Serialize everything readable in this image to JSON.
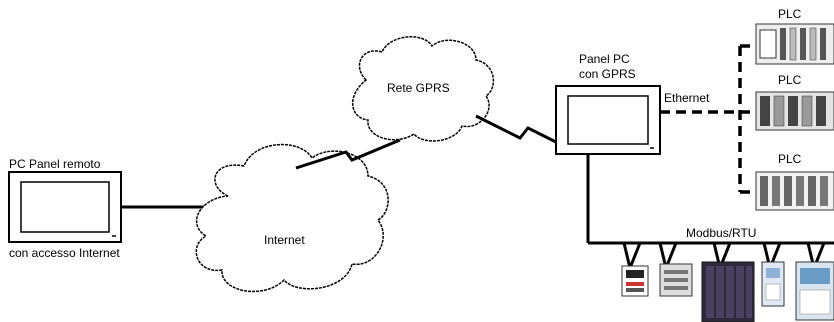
{
  "labels": {
    "remote_panel_top": "PC Panel remoto",
    "remote_panel_bottom": "con accesso Internet",
    "internet": "Internet",
    "gprs_network": "Rete GPRS",
    "panel_pc_line1": "Panel PC",
    "panel_pc_line2": "con GPRS",
    "ethernet": "Ethernet",
    "plc_1": "PLC",
    "plc_2": "PLC",
    "plc_3": "PLC",
    "modbus": "Modbus/RTU"
  },
  "colors": {
    "line": "#000000",
    "device_dark": "#3a3050",
    "device_light": "#e6e6e6",
    "drive_blue": "#8fb0d8"
  }
}
